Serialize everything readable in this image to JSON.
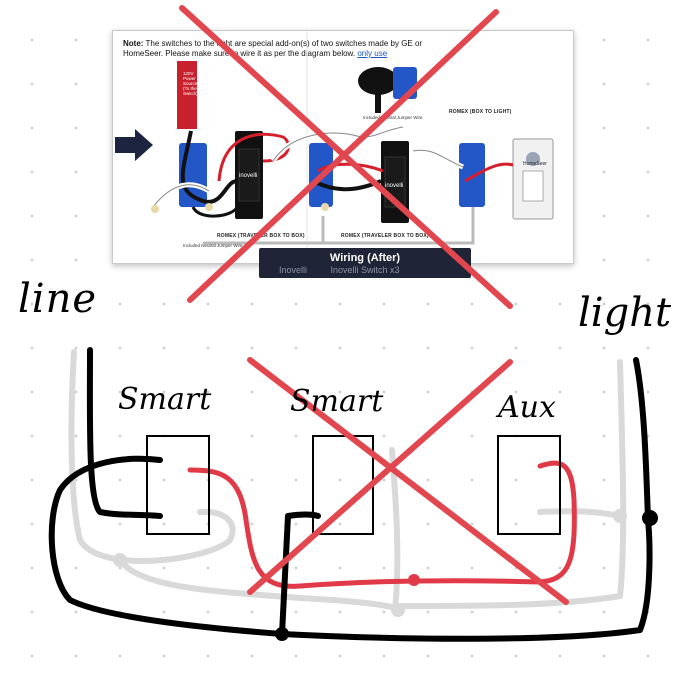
{
  "manual": {
    "note_bold": "Note:",
    "note_text": " The switches to the right are special add-on(s) of two switches made by GE or HomeSeer. Please make sure to wire it as per the diagram below.",
    "note_link": "only use",
    "power_source": "120V Power Source (To the Switch)",
    "neutral_jumper_top": "Included Neutral Jumper Wire",
    "neutral_jumper_bottom": "Included Neutral Jumper Wire",
    "romex_box_left": "ROMEX (TRAVELER BOX TO BOX)",
    "romex_box_mid": "ROMEX (TRAVELER BOX TO BOX)",
    "romex_box_light": "ROMEX (BOX TO LIGHT)",
    "switch_brand": "inovelli",
    "aux_brand": "HomeSeer",
    "banner_title": "Wiring (After)",
    "banner_sub": "Inovelli Switch x3",
    "banner_left": "Inovelli"
  },
  "sketch": {
    "label_line": "line",
    "label_light": "light",
    "switch1": "Smart",
    "switch2": "Smart",
    "switch3": "Aux"
  },
  "colors": {
    "cross": "#e2474f",
    "wire_hot": "#000000",
    "wire_traveler": "#e03a48",
    "wire_neutral": "#d9d9d9",
    "banner": "#1f2436"
  }
}
